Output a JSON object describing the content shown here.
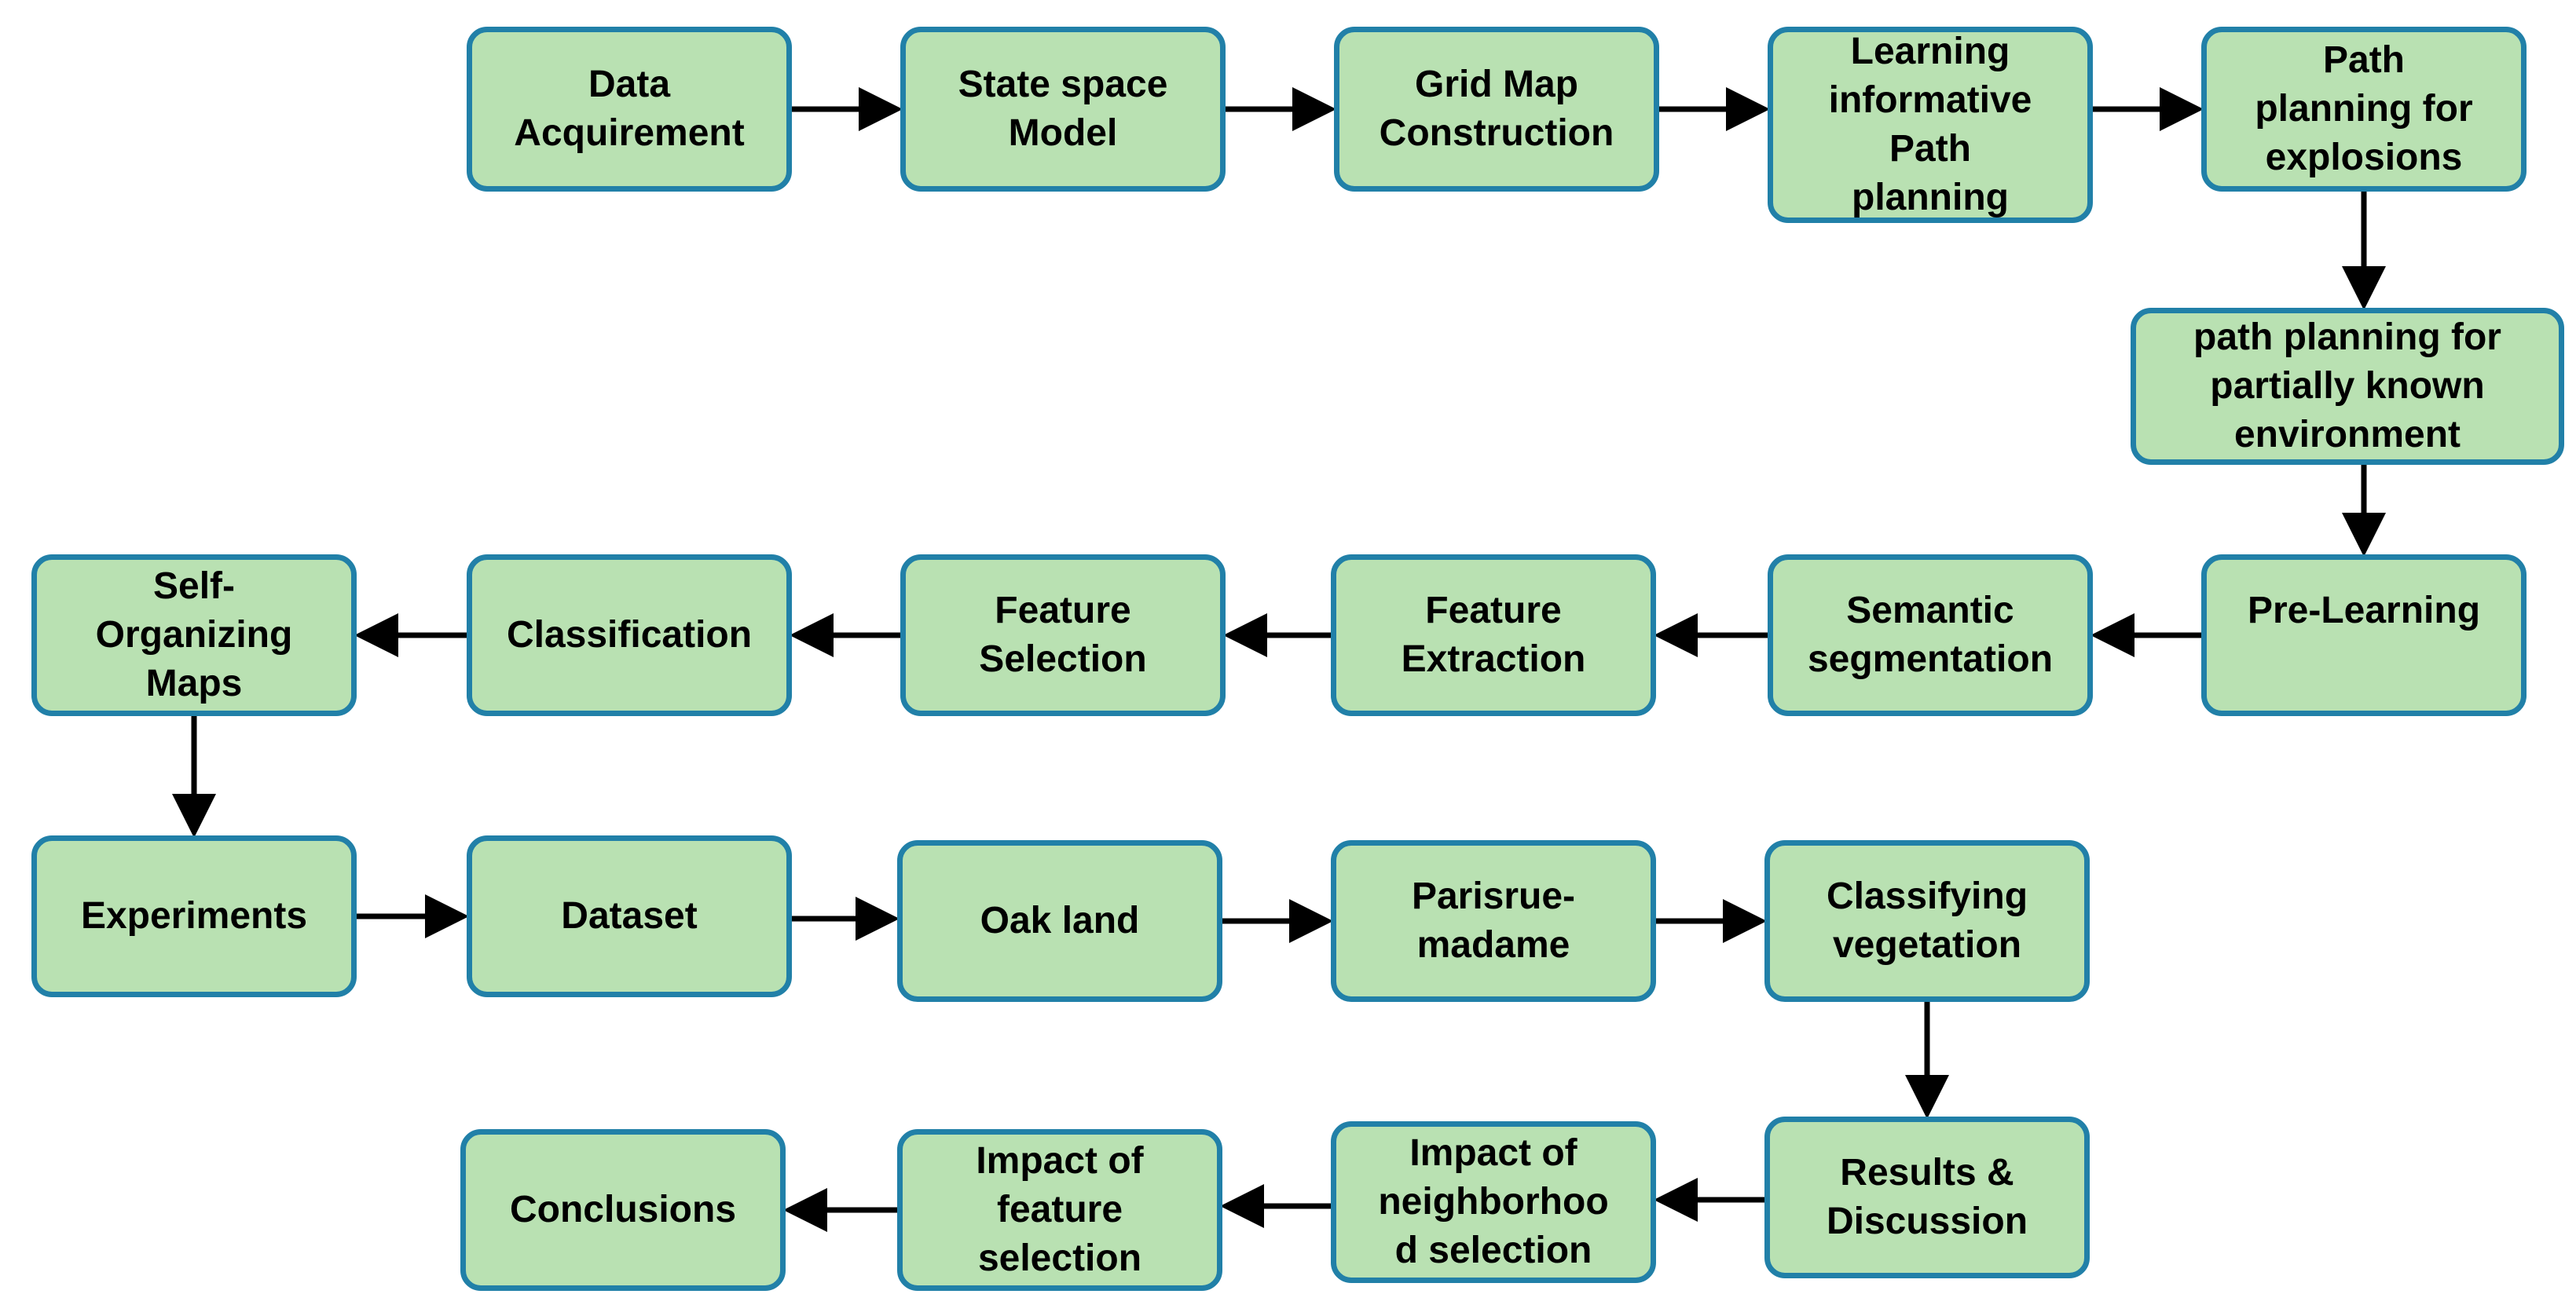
{
  "colors": {
    "node_fill": "#b9e1b2",
    "node_border": "#2180a8",
    "arrow": "#000000"
  },
  "nodes": [
    {
      "id": "data-acquirement",
      "label": "Data\nAcquirement"
    },
    {
      "id": "state-space-model",
      "label": "State space\nModel"
    },
    {
      "id": "grid-map-construction",
      "label": "Grid Map\nConstruction"
    },
    {
      "id": "learning-informative-path-planning",
      "label": "Learning\ninformative\nPath\nplanning"
    },
    {
      "id": "path-planning-for-explosions",
      "label": "Path\nplanning for\nexplosions"
    },
    {
      "id": "path-planning-partially-known",
      "label": "path planning for\npartially known\nenvironment"
    },
    {
      "id": "pre-learning",
      "label": "Pre-Learning"
    },
    {
      "id": "semantic-segmentation",
      "label": "Semantic\nsegmentation"
    },
    {
      "id": "feature-extraction",
      "label": "Feature\nExtraction"
    },
    {
      "id": "feature-selection",
      "label": "Feature\nSelection"
    },
    {
      "id": "classification",
      "label": "Classification"
    },
    {
      "id": "self-organizing-maps",
      "label": "Self-\nOrganizing\nMaps"
    },
    {
      "id": "experiments",
      "label": "Experiments"
    },
    {
      "id": "dataset",
      "label": "Dataset"
    },
    {
      "id": "oak-land",
      "label": "Oak land"
    },
    {
      "id": "parisrue-madame",
      "label": "Parisrue-\nmadame"
    },
    {
      "id": "classifying-vegetation",
      "label": "Classifying\nvegetation"
    },
    {
      "id": "results-discussion",
      "label": "Results &\nDiscussion"
    },
    {
      "id": "impact-neighborhood-selection",
      "label": "Impact of\nneighborhoo\nd selection"
    },
    {
      "id": "impact-feature-selection",
      "label": "Impact of\nfeature\nselection"
    },
    {
      "id": "conclusions",
      "label": "Conclusions"
    }
  ],
  "edges": [
    {
      "from": "data-acquirement",
      "to": "state-space-model"
    },
    {
      "from": "state-space-model",
      "to": "grid-map-construction"
    },
    {
      "from": "grid-map-construction",
      "to": "learning-informative-path-planning"
    },
    {
      "from": "learning-informative-path-planning",
      "to": "path-planning-for-explosions"
    },
    {
      "from": "path-planning-for-explosions",
      "to": "path-planning-partially-known"
    },
    {
      "from": "path-planning-partially-known",
      "to": "pre-learning"
    },
    {
      "from": "pre-learning",
      "to": "semantic-segmentation"
    },
    {
      "from": "semantic-segmentation",
      "to": "feature-extraction"
    },
    {
      "from": "feature-extraction",
      "to": "feature-selection"
    },
    {
      "from": "feature-selection",
      "to": "classification"
    },
    {
      "from": "classification",
      "to": "self-organizing-maps"
    },
    {
      "from": "self-organizing-maps",
      "to": "experiments"
    },
    {
      "from": "experiments",
      "to": "dataset"
    },
    {
      "from": "dataset",
      "to": "oak-land"
    },
    {
      "from": "oak-land",
      "to": "parisrue-madame"
    },
    {
      "from": "parisrue-madame",
      "to": "classifying-vegetation"
    },
    {
      "from": "classifying-vegetation",
      "to": "results-discussion"
    },
    {
      "from": "results-discussion",
      "to": "impact-neighborhood-selection"
    },
    {
      "from": "impact-neighborhood-selection",
      "to": "impact-feature-selection"
    },
    {
      "from": "impact-feature-selection",
      "to": "conclusions"
    }
  ]
}
